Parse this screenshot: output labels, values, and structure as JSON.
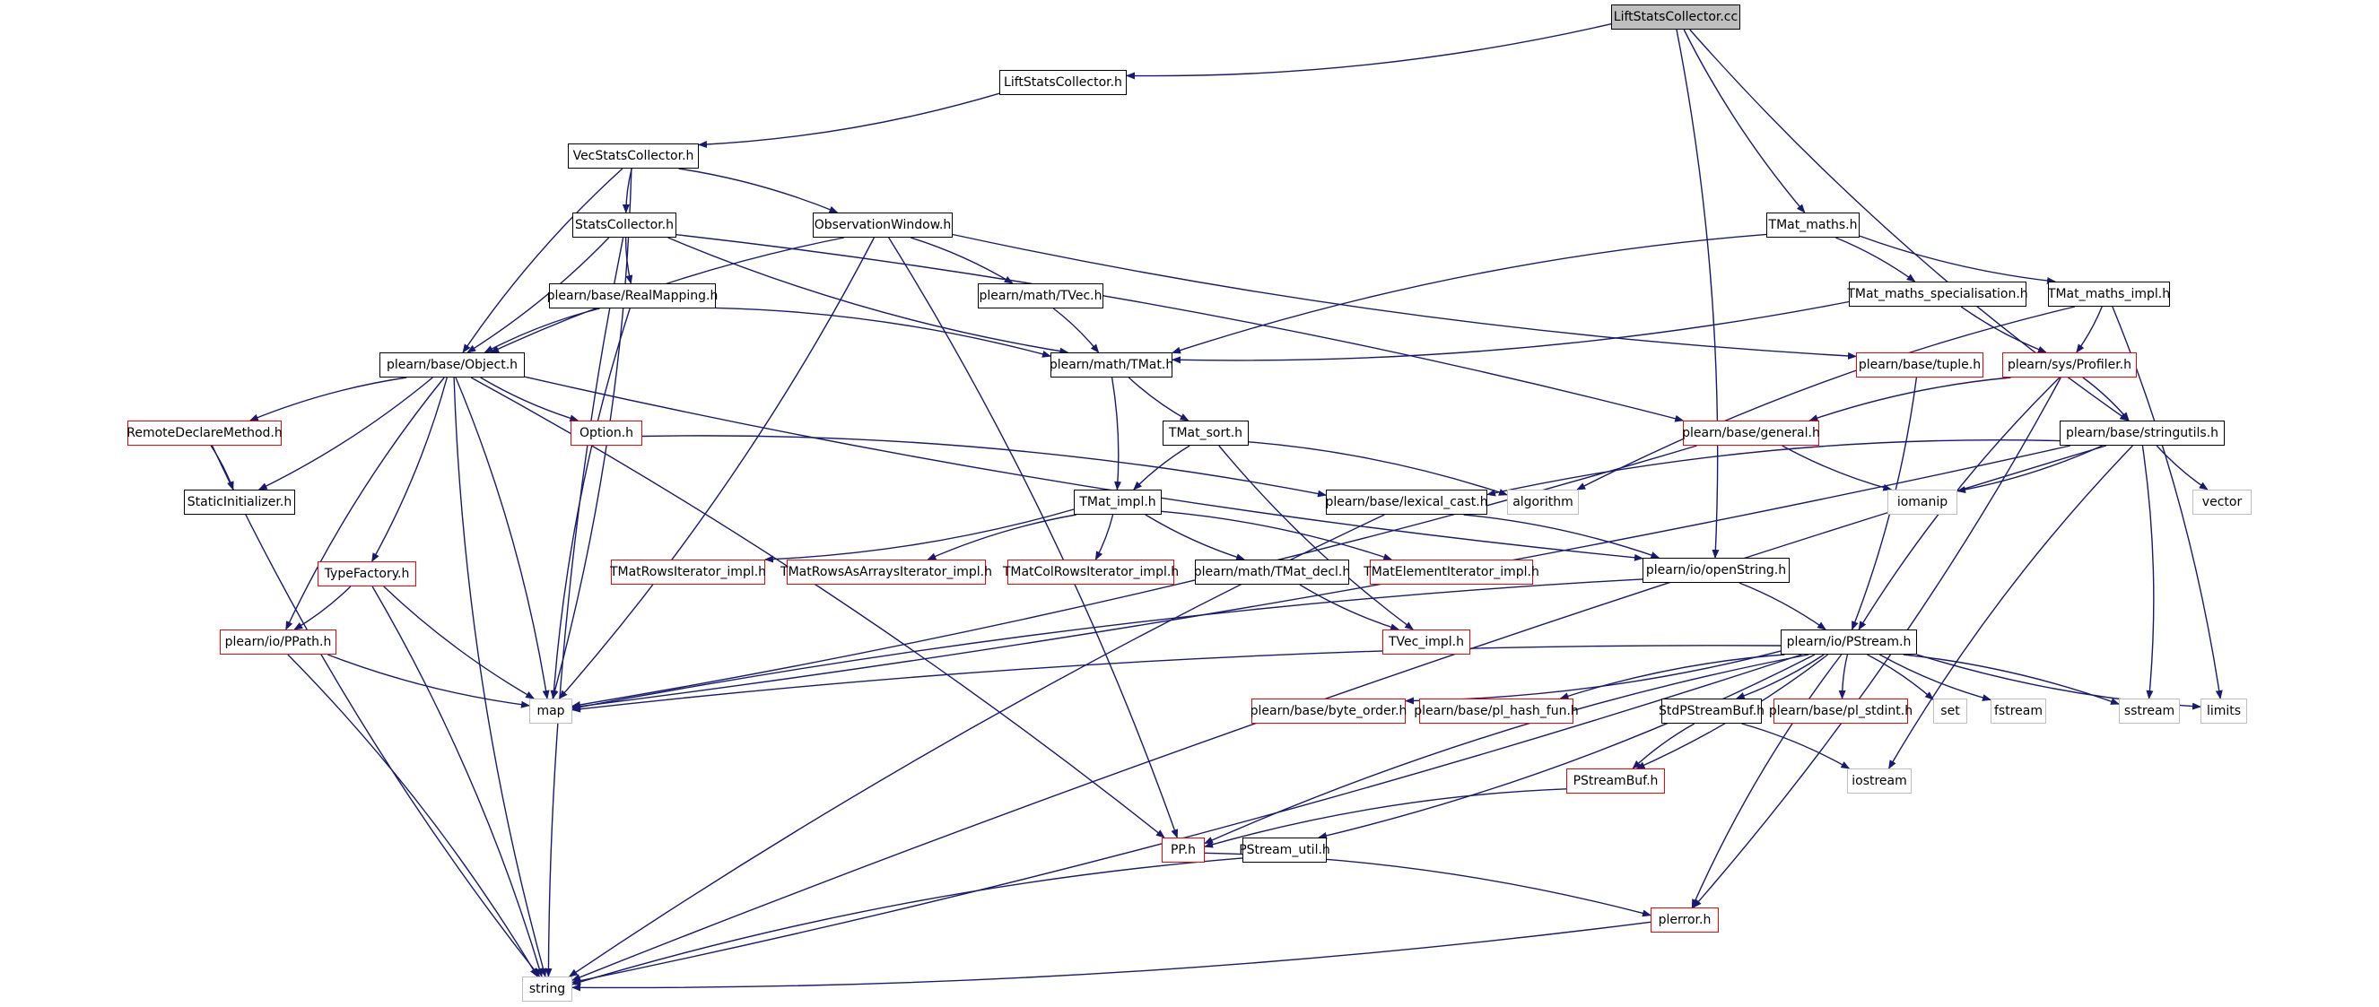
{
  "edge_color": "#191970",
  "colors": {
    "root_fill": "#bfbfbf",
    "node_border": "#000000",
    "incomplete_border": "#ff0000",
    "system_border": "#bfbfbf"
  },
  "nodes": [
    {
      "id": "root",
      "label": "LiftStatsCollector.cc",
      "style": "root"
    },
    {
      "id": "lsc_h",
      "label": "LiftStatsCollector.h",
      "style": "normal"
    },
    {
      "id": "vsc_h",
      "label": "VecStatsCollector.h",
      "style": "normal"
    },
    {
      "id": "sc_h",
      "label": "StatsCollector.h",
      "style": "normal"
    },
    {
      "id": "ow_h",
      "label": "ObservationWindow.h",
      "style": "normal"
    },
    {
      "id": "realmap",
      "label": "plearn/base/RealMapping.h",
      "style": "normal"
    },
    {
      "id": "tvec",
      "label": "plearn/math/TVec.h",
      "style": "normal"
    },
    {
      "id": "object",
      "label": "plearn/base/Object.h",
      "style": "normal"
    },
    {
      "id": "tmat",
      "label": "plearn/math/TMat.h",
      "style": "normal"
    },
    {
      "id": "tmat_maths",
      "label": "TMat_maths.h",
      "style": "normal"
    },
    {
      "id": "tmat_maths_spec",
      "label": "TMat_maths_specialisation.h",
      "style": "normal"
    },
    {
      "id": "tmat_maths_impl",
      "label": "TMat_maths_impl.h",
      "style": "normal"
    },
    {
      "id": "tuple",
      "label": "plearn/base/tuple.h",
      "style": "red"
    },
    {
      "id": "profiler",
      "label": "plearn/sys/Profiler.h",
      "style": "red"
    },
    {
      "id": "remote",
      "label": "RemoteDeclareMethod.h",
      "style": "red"
    },
    {
      "id": "option",
      "label": "Option.h",
      "style": "red"
    },
    {
      "id": "general",
      "label": "plearn/base/general.h",
      "style": "red"
    },
    {
      "id": "stringutils",
      "label": "plearn/base/stringutils.h",
      "style": "normal"
    },
    {
      "id": "tmat_sort",
      "label": "TMat_sort.h",
      "style": "normal"
    },
    {
      "id": "static_init",
      "label": "StaticInitializer.h",
      "style": "normal"
    },
    {
      "id": "lexical",
      "label": "plearn/base/lexical_cast.h",
      "style": "normal"
    },
    {
      "id": "algorithm",
      "label": "algorithm",
      "style": "grey"
    },
    {
      "id": "iomanip",
      "label": "iomanip",
      "style": "grey"
    },
    {
      "id": "vector",
      "label": "vector",
      "style": "grey"
    },
    {
      "id": "tmat_impl",
      "label": "TMat_impl.h",
      "style": "normal"
    },
    {
      "id": "openstring",
      "label": "plearn/io/openString.h",
      "style": "normal"
    },
    {
      "id": "typefactory",
      "label": "TypeFactory.h",
      "style": "red"
    },
    {
      "id": "tmatrows",
      "label": "TMatRowsIterator_impl.h",
      "style": "red"
    },
    {
      "id": "tmatrowsarr",
      "label": "TMatRowsAsArraysIterator_impl.h",
      "style": "red"
    },
    {
      "id": "tmatcolrows",
      "label": "TMatColRowsIterator_impl.h",
      "style": "red"
    },
    {
      "id": "tmat_decl",
      "label": "plearn/math/TMat_decl.h",
      "style": "normal"
    },
    {
      "id": "tmatelem",
      "label": "TMatElementIterator_impl.h",
      "style": "red"
    },
    {
      "id": "ppath",
      "label": "plearn/io/PPath.h",
      "style": "red"
    },
    {
      "id": "tvec_impl",
      "label": "TVec_impl.h",
      "style": "red"
    },
    {
      "id": "pstream",
      "label": "plearn/io/PStream.h",
      "style": "normal"
    },
    {
      "id": "map",
      "label": "map",
      "style": "grey"
    },
    {
      "id": "byteorder",
      "label": "plearn/base/byte_order.h",
      "style": "red"
    },
    {
      "id": "plhash",
      "label": "plearn/base/pl_hash_fun.h",
      "style": "red"
    },
    {
      "id": "stdpstreambuf",
      "label": "StdPStreamBuf.h",
      "style": "normal"
    },
    {
      "id": "plstdint",
      "label": "plearn/base/pl_stdint.h",
      "style": "red"
    },
    {
      "id": "set",
      "label": "set",
      "style": "grey"
    },
    {
      "id": "fstream",
      "label": "fstream",
      "style": "grey"
    },
    {
      "id": "sstream",
      "label": "sstream",
      "style": "grey"
    },
    {
      "id": "limits",
      "label": "limits",
      "style": "grey"
    },
    {
      "id": "pstreambuf",
      "label": "PStreamBuf.h",
      "style": "red"
    },
    {
      "id": "iostream",
      "label": "iostream",
      "style": "grey"
    },
    {
      "id": "pp",
      "label": "PP.h",
      "style": "red"
    },
    {
      "id": "pstream_util",
      "label": "PStream_util.h",
      "style": "normal"
    },
    {
      "id": "plerror",
      "label": "plerror.h",
      "style": "red"
    },
    {
      "id": "string",
      "label": "string",
      "style": "grey"
    }
  ],
  "edges": [
    [
      "root",
      "lsc_h"
    ],
    [
      "root",
      "tmat_maths"
    ],
    [
      "root",
      "openstring"
    ],
    [
      "root",
      "stringutils"
    ],
    [
      "lsc_h",
      "vsc_h"
    ],
    [
      "vsc_h",
      "sc_h"
    ],
    [
      "vsc_h",
      "ow_h"
    ],
    [
      "vsc_h",
      "object"
    ],
    [
      "vsc_h",
      "map"
    ],
    [
      "sc_h",
      "realmap"
    ],
    [
      "sc_h",
      "object"
    ],
    [
      "sc_h",
      "tmat"
    ],
    [
      "sc_h",
      "general"
    ],
    [
      "sc_h",
      "string"
    ],
    [
      "ow_h",
      "tvec"
    ],
    [
      "ow_h",
      "object"
    ],
    [
      "ow_h",
      "map"
    ],
    [
      "ow_h",
      "tuple"
    ],
    [
      "ow_h",
      "pp"
    ],
    [
      "realmap",
      "object"
    ],
    [
      "realmap",
      "tmat"
    ],
    [
      "realmap",
      "map"
    ],
    [
      "tvec",
      "tmat"
    ],
    [
      "tmat_maths",
      "tmat"
    ],
    [
      "tmat_maths",
      "tmat_maths_spec"
    ],
    [
      "tmat_maths",
      "tmat_maths_impl"
    ],
    [
      "tmat_maths_spec",
      "tmat"
    ],
    [
      "tmat_maths_spec",
      "profiler"
    ],
    [
      "tmat_maths_impl",
      "profiler"
    ],
    [
      "tmat_maths_impl",
      "algorithm"
    ],
    [
      "tmat_maths_impl",
      "limits"
    ],
    [
      "object",
      "remote"
    ],
    [
      "object",
      "static_init"
    ],
    [
      "object",
      "option"
    ],
    [
      "object",
      "typefactory"
    ],
    [
      "object",
      "ppath"
    ],
    [
      "object",
      "map"
    ],
    [
      "object",
      "string"
    ],
    [
      "object",
      "pp"
    ],
    [
      "object",
      "openstring"
    ],
    [
      "remote",
      "static_init"
    ],
    [
      "remote",
      "string"
    ],
    [
      "option",
      "lexical"
    ],
    [
      "tmat",
      "tmat_sort"
    ],
    [
      "tmat",
      "tmat_impl"
    ],
    [
      "tmat_sort",
      "tmat_impl"
    ],
    [
      "tmat_sort",
      "algorithm"
    ],
    [
      "tmat_sort",
      "tvec_impl"
    ],
    [
      "tmat_impl",
      "tmatrows"
    ],
    [
      "tmat_impl",
      "tmatrowsarr"
    ],
    [
      "tmat_impl",
      "tmatcolrows"
    ],
    [
      "tmat_impl",
      "tmat_decl"
    ],
    [
      "tmat_impl",
      "tmatelem"
    ],
    [
      "tmat_decl",
      "tvec_impl"
    ],
    [
      "tuple",
      "pstream"
    ],
    [
      "profiler",
      "general"
    ],
    [
      "profiler",
      "stringutils"
    ],
    [
      "profiler",
      "pstream"
    ],
    [
      "profiler",
      "plerror"
    ],
    [
      "general",
      "iomanip"
    ],
    [
      "general",
      "map"
    ],
    [
      "stringutils",
      "lexical"
    ],
    [
      "stringutils",
      "iomanip"
    ],
    [
      "stringutils",
      "vector"
    ],
    [
      "stringutils",
      "sstream"
    ],
    [
      "stringutils",
      "iostream"
    ],
    [
      "stringutils",
      "map"
    ],
    [
      "stringutils",
      "string"
    ],
    [
      "lexical",
      "openstring"
    ],
    [
      "lexical",
      "string"
    ],
    [
      "openstring",
      "pstream"
    ],
    [
      "openstring",
      "map"
    ],
    [
      "typefactory",
      "ppath"
    ],
    [
      "typefactory",
      "map"
    ],
    [
      "typefactory",
      "string"
    ],
    [
      "ppath",
      "map"
    ],
    [
      "ppath",
      "string"
    ],
    [
      "pstream",
      "map"
    ],
    [
      "pstream",
      "byteorder"
    ],
    [
      "pstream",
      "plhash"
    ],
    [
      "pstream",
      "stdpstreambuf"
    ],
    [
      "pstream",
      "plstdint"
    ],
    [
      "pstream",
      "set"
    ],
    [
      "pstream",
      "fstream"
    ],
    [
      "pstream",
      "sstream"
    ],
    [
      "pstream",
      "limits"
    ],
    [
      "pstream",
      "pstreambuf"
    ],
    [
      "pstream",
      "pp"
    ],
    [
      "pstream",
      "pstream_util"
    ],
    [
      "pstream",
      "plerror"
    ],
    [
      "pstream",
      "string"
    ],
    [
      "stdpstreambuf",
      "pstreambuf"
    ],
    [
      "stdpstreambuf",
      "iostream"
    ],
    [
      "pstreambuf",
      "pp"
    ],
    [
      "pp",
      "plerror"
    ],
    [
      "pstream_util",
      "string"
    ],
    [
      "plerror",
      "string"
    ]
  ]
}
